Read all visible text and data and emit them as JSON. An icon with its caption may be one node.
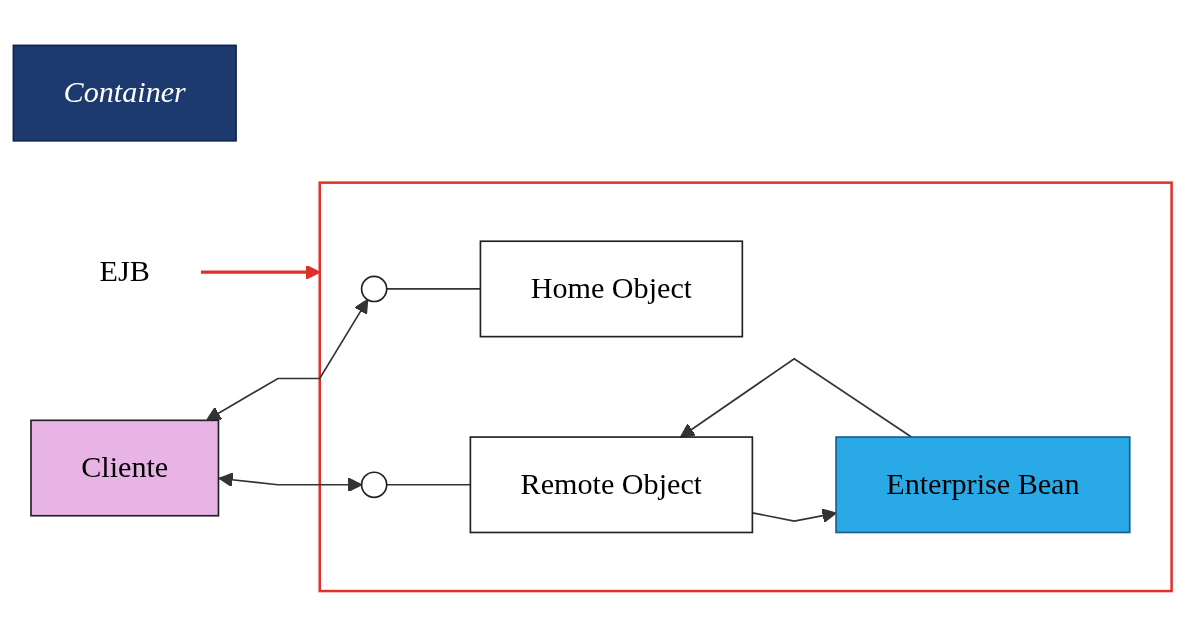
{
  "diagram": {
    "nodes": [
      {
        "text": [
          "Container"
        ]
      },
      {
        "text": [],
        "shape": "box"
      },
      {
        "text": [
          "Cliente"
        ]
      },
      {
        "text": [],
        "shape": "circle",
        "in": 1
      },
      {
        "text": [
          "Home Object"
        ],
        "in": 1
      },
      {
        "text": [],
        "shape": "circle",
        "in": 1
      },
      {
        "text": [
          "Remote Object"
        ],
        "in": 1
      },
      {
        "text": [
          "Enterprise Bean"
        ],
        "in": 1
      },
      {
        "text": [
          "EJB"
        ]
      }
    ],
    "edges": [
      {
        "from": 2,
        "to": 3,
        "arrow": "both"
      },
      {
        "from": 3,
        "to": 4,
        "arrow": "none"
      },
      {
        "from": 2,
        "to": 5,
        "arrow": "both"
      },
      {
        "from": 5,
        "to": 6,
        "arrow": "none"
      },
      {
        "from": 7,
        "to": 6,
        "arrow": "to"
      },
      {
        "from": 6,
        "to": 7,
        "arrow": "to"
      },
      {
        "from": 8,
        "to": 1,
        "arrow": "to",
        "color": "#e0302a"
      }
    ]
  }
}
